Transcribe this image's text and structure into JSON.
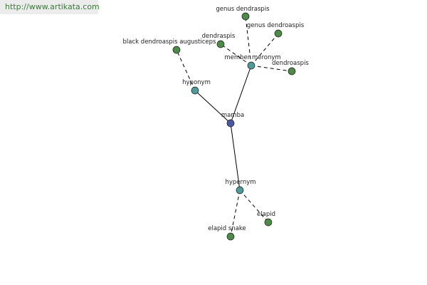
{
  "watermark": {
    "text": "http://www.artikata.com"
  },
  "colors": {
    "center": "#4a58a6",
    "relation": "#4f9a9a",
    "leaf": "#4e8a48"
  },
  "graph": {
    "nodes": [
      {
        "id": "mamba",
        "label": "mamba",
        "kind": "center"
      },
      {
        "id": "hyponym",
        "label": "hyponym",
        "kind": "relation"
      },
      {
        "id": "member_meronym",
        "label": "member meronym",
        "kind": "relation"
      },
      {
        "id": "hypernym",
        "label": "hypernym",
        "kind": "relation"
      },
      {
        "id": "black_dendroaspis",
        "label": "black dendroaspis augusticeps",
        "kind": "leaf"
      },
      {
        "id": "genus_dendraspis",
        "label": "genus dendraspis",
        "kind": "leaf"
      },
      {
        "id": "genus_dendroaspis",
        "label": "genus dendroaspis",
        "kind": "leaf"
      },
      {
        "id": "dendraspis",
        "label": "dendraspis",
        "kind": "leaf"
      },
      {
        "id": "dendroaspis",
        "label": "dendroaspis",
        "kind": "leaf"
      },
      {
        "id": "elapid",
        "label": "elapid",
        "kind": "leaf"
      },
      {
        "id": "elapid_snake",
        "label": "elapid snake",
        "kind": "leaf"
      }
    ],
    "edges": [
      {
        "from": "mamba",
        "to": "hyponym",
        "style": "solid"
      },
      {
        "from": "mamba",
        "to": "member_meronym",
        "style": "solid"
      },
      {
        "from": "mamba",
        "to": "hypernym",
        "style": "solid"
      },
      {
        "from": "hyponym",
        "to": "black_dendroaspis",
        "style": "dashed"
      },
      {
        "from": "member_meronym",
        "to": "genus_dendraspis",
        "style": "dashed"
      },
      {
        "from": "member_meronym",
        "to": "genus_dendroaspis",
        "style": "dashed"
      },
      {
        "from": "member_meronym",
        "to": "dendraspis",
        "style": "dashed"
      },
      {
        "from": "member_meronym",
        "to": "dendroaspis",
        "style": "dashed"
      },
      {
        "from": "hypernym",
        "to": "elapid",
        "style": "dashed"
      },
      {
        "from": "hypernym",
        "to": "elapid_snake",
        "style": "dashed"
      }
    ]
  }
}
